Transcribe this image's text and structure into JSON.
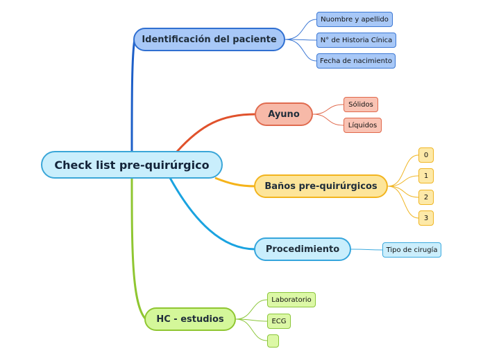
{
  "central": "Check list pre-quirúrgico",
  "identificacion": {
    "label": "Identificación del paciente",
    "children": [
      "Nuombre y apellido",
      "N° de Historia Cínica",
      "Fecha de nacimiento"
    ]
  },
  "ayuno": {
    "label": "Ayuno",
    "children": [
      "Sólidos",
      "Líquidos"
    ]
  },
  "banos": {
    "label": "Baños pre-quirúrgicos",
    "children": [
      "0",
      "1",
      "2",
      "3"
    ]
  },
  "procedimiento": {
    "label": "Procedimiento",
    "children": [
      "Tipo de cirugía"
    ]
  },
  "hc": {
    "label": "HC - estudios",
    "children": [
      "Laboratorio",
      "ECG",
      ""
    ]
  },
  "colors": {
    "identificacion": "#2f6fd1",
    "ayuno": "#e0522c",
    "banos": "#f5b31a",
    "procedimiento": "#1aa3e0",
    "hc": "#8fc631"
  }
}
